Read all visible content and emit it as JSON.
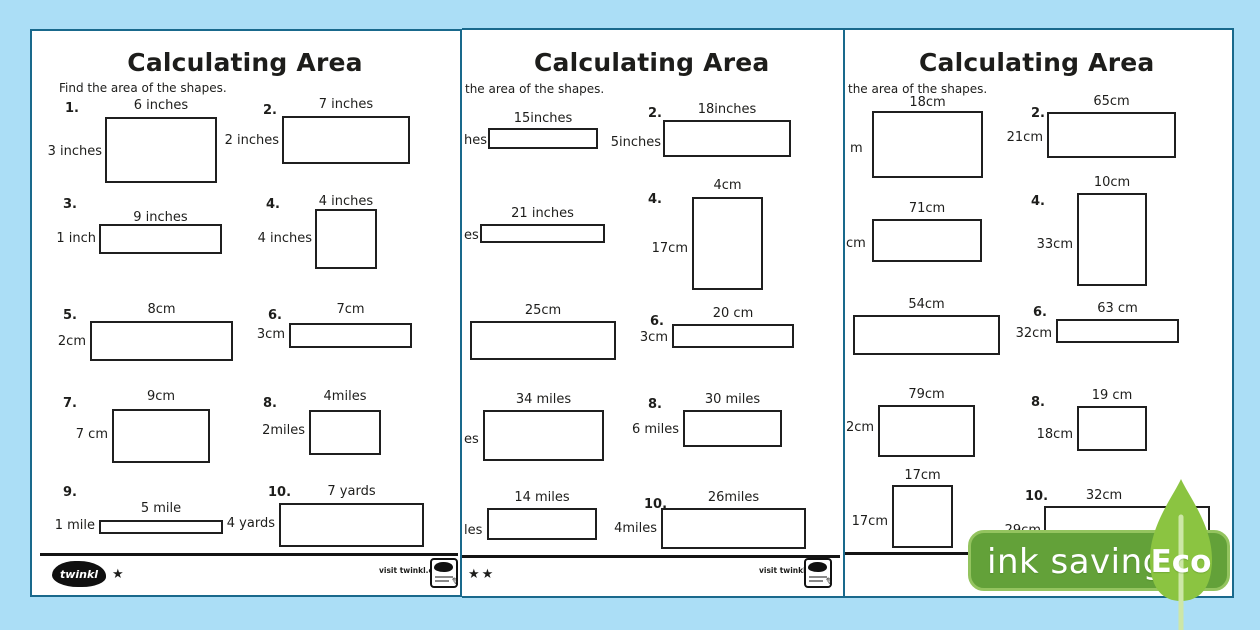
{
  "colors": {
    "background": "#abdef6",
    "page_edge": "#19698c",
    "ink": "#1d1d1b",
    "badge_green": "#63a139",
    "badge_rim": "#94c45f",
    "leaf_green": "#8bc441",
    "stem_green": "#cde7a7"
  },
  "icons": {
    "pencil": "✎"
  },
  "eco_badge": {
    "label": "ink saving",
    "eco_label": "Eco"
  },
  "pages": [
    {
      "title": "Calculating Area",
      "instructions": "Find the area of the shapes.",
      "stars": "★",
      "logo_text": "twinkl",
      "visit_text": "visit twinkl.com",
      "problems": [
        {
          "num": "1.",
          "top": "6 inches",
          "side": "3 inches"
        },
        {
          "num": "2.",
          "top": "7 inches",
          "side": "2 inches"
        },
        {
          "num": "3.",
          "top": "9 inches",
          "side": "1 inch"
        },
        {
          "num": "4.",
          "top": "4 inches",
          "side": "4 inches"
        },
        {
          "num": "5.",
          "top": "8cm",
          "side": "2cm"
        },
        {
          "num": "6.",
          "top": "7cm",
          "side": "3cm"
        },
        {
          "num": "7.",
          "top": "9cm",
          "side": "7 cm"
        },
        {
          "num": "8.",
          "top": "4miles",
          "side": "2miles"
        },
        {
          "num": "9.",
          "top": "5 mile",
          "side": "1 mile"
        },
        {
          "num": "10.",
          "top": "7 yards",
          "side": "4 yards"
        }
      ]
    },
    {
      "title": "Calculating Area",
      "instructions": "the area of the shapes.",
      "stars": "★★",
      "visit_text": "visit twinkl.com",
      "problems": [
        {
          "num": "",
          "top": "15inches",
          "side": "hes"
        },
        {
          "num": "2.",
          "top": "18inches",
          "side": "5inches"
        },
        {
          "num": "",
          "top": "21 inches",
          "side": "es"
        },
        {
          "num": "4.",
          "top": "4cm",
          "side": "17cm"
        },
        {
          "num": "",
          "top": "25cm",
          "side": ""
        },
        {
          "num": "6.",
          "top": "20 cm",
          "side": "3cm"
        },
        {
          "num": "",
          "top": "34 miles",
          "side": "es"
        },
        {
          "num": "8.",
          "top": "30 miles",
          "side": "6 miles"
        },
        {
          "num": "",
          "top": "14 miles",
          "side": "les"
        },
        {
          "num": "10.",
          "top": "26miles",
          "side": "4miles"
        }
      ]
    },
    {
      "title": "Calculating Area",
      "instructions": "the area of the shapes.",
      "stars": "★★★",
      "problems": [
        {
          "num": "",
          "top": "18cm",
          "side": "m"
        },
        {
          "num": "2.",
          "top": "65cm",
          "side": "21cm"
        },
        {
          "num": "",
          "top": "71cm",
          "side": "cm"
        },
        {
          "num": "4.",
          "top": "10cm",
          "side": "33cm"
        },
        {
          "num": "",
          "top": "54cm",
          "side": ""
        },
        {
          "num": "6.",
          "top": "63 cm",
          "side": "32cm"
        },
        {
          "num": "",
          "top": "79cm",
          "side": "2cm"
        },
        {
          "num": "8.",
          "top": "19 cm",
          "side": "18cm"
        },
        {
          "num": "",
          "top": "17cm",
          "side": "17cm"
        },
        {
          "num": "10.",
          "top": "32cm",
          "side": "29cm"
        }
      ]
    }
  ]
}
